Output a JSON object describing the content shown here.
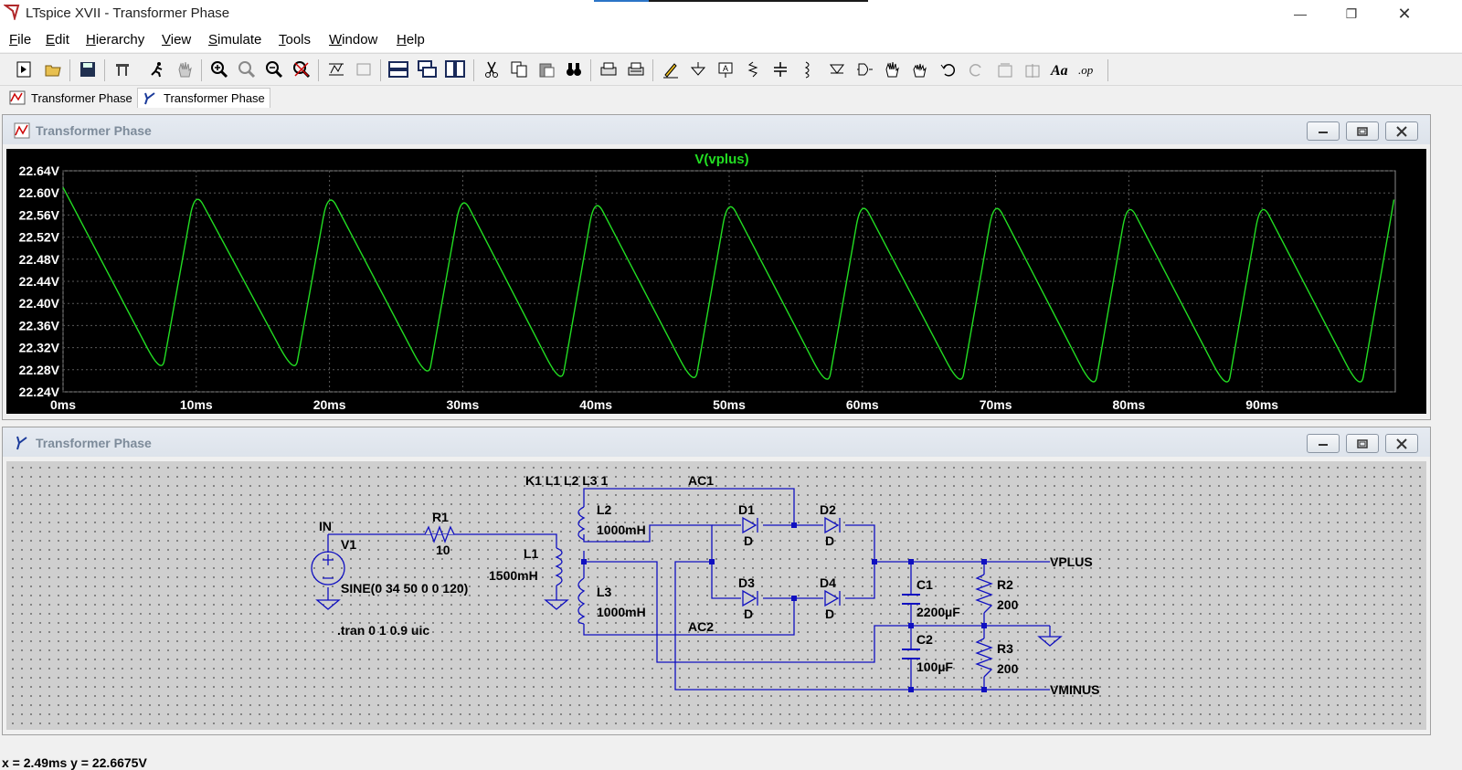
{
  "window": {
    "title": "LTspice XVII - Transformer Phase"
  },
  "menu": [
    {
      "label": "File",
      "u": "F",
      "rest": "ile"
    },
    {
      "label": "Edit",
      "u": "E",
      "rest": "dit"
    },
    {
      "label": "Hierarchy",
      "u": "H",
      "rest": "ierarchy"
    },
    {
      "label": "View",
      "u": "V",
      "rest": "iew"
    },
    {
      "label": "Simulate",
      "u": "S",
      "rest": "imulate"
    },
    {
      "label": "Tools",
      "u": "T",
      "rest": "ools"
    },
    {
      "label": "Window",
      "u": "W",
      "rest": "indow"
    },
    {
      "label": "Help",
      "u": "H",
      "rest": "elp"
    }
  ],
  "tabs": [
    {
      "label": "Transformer Phase",
      "icon": "waveform-icon"
    },
    {
      "label": "Transformer Phase",
      "icon": "schematic-icon"
    }
  ],
  "waveform_window": {
    "title": "Transformer Phase",
    "trace_name": "V(vplus)",
    "trace_color": "#22dd22"
  },
  "schematic_window": {
    "title": "Transformer Phase"
  },
  "chart_data": {
    "type": "line",
    "title": "V(vplus)",
    "xlabel": "",
    "ylabel": "",
    "xlim": [
      0,
      100
    ],
    "ylim": [
      22.24,
      22.64
    ],
    "x_ticks": [
      "0ms",
      "10ms",
      "20ms",
      "30ms",
      "40ms",
      "50ms",
      "60ms",
      "70ms",
      "80ms",
      "90ms"
    ],
    "y_ticks": [
      "22.64V",
      "22.60V",
      "22.56V",
      "22.52V",
      "22.48V",
      "22.44V",
      "22.40V",
      "22.36V",
      "22.32V",
      "22.28V",
      "22.24V"
    ],
    "grid": true,
    "series": [
      {
        "name": "V(vplus)",
        "x": [
          0,
          7.4,
          9.9,
          17.4,
          19.9,
          27.4,
          29.9,
          37.4,
          39.9,
          47.4,
          49.9,
          57.4,
          59.9,
          67.4,
          69.9,
          77.4,
          79.9,
          87.4,
          89.9,
          97.4,
          99.9
        ],
        "y": [
          22.61,
          22.27,
          22.606,
          22.27,
          22.605,
          22.26,
          22.6,
          22.25,
          22.595,
          22.248,
          22.593,
          22.245,
          22.59,
          22.245,
          22.59,
          22.24,
          22.588,
          22.24,
          22.588,
          22.24,
          22.588
        ]
      }
    ]
  },
  "schematic": {
    "labels": {
      "k1": "K1 L1 L2 L3 1",
      "ac1": "AC1",
      "ac2": "AC2",
      "in": "IN",
      "v1": "V1",
      "v1_value": "SINE(0 34 50 0 0 120)",
      "tran": ".tran 0 1 0.9 uic",
      "r1": "R1",
      "r1_value": "10",
      "l1": "L1",
      "l1_value": "1500mH",
      "l2": "L2",
      "l2_value": "1000mH",
      "l3": "L3",
      "l3_value": "1000mH",
      "d1": "D1",
      "d1_model": "D",
      "d2": "D2",
      "d2_model": "D",
      "d3": "D3",
      "d3_model": "D",
      "d4": "D4",
      "d4_model": "D",
      "c1": "C1",
      "c1_value": "2200µF",
      "c2": "C2",
      "c2_value": "100µF",
      "r2": "R2",
      "r2_value": "200",
      "r3": "R3",
      "r3_value": "200",
      "vplus": "VPLUS",
      "vminus": "VMINUS"
    }
  },
  "status": {
    "text": "x = 2.49ms   y = 22.6675V"
  },
  "colors": {
    "wire": "#1010c0",
    "label": "#000000",
    "plot_bg": "#000000",
    "grid": "#5a5a5a",
    "axis_text": "#ffffff"
  }
}
